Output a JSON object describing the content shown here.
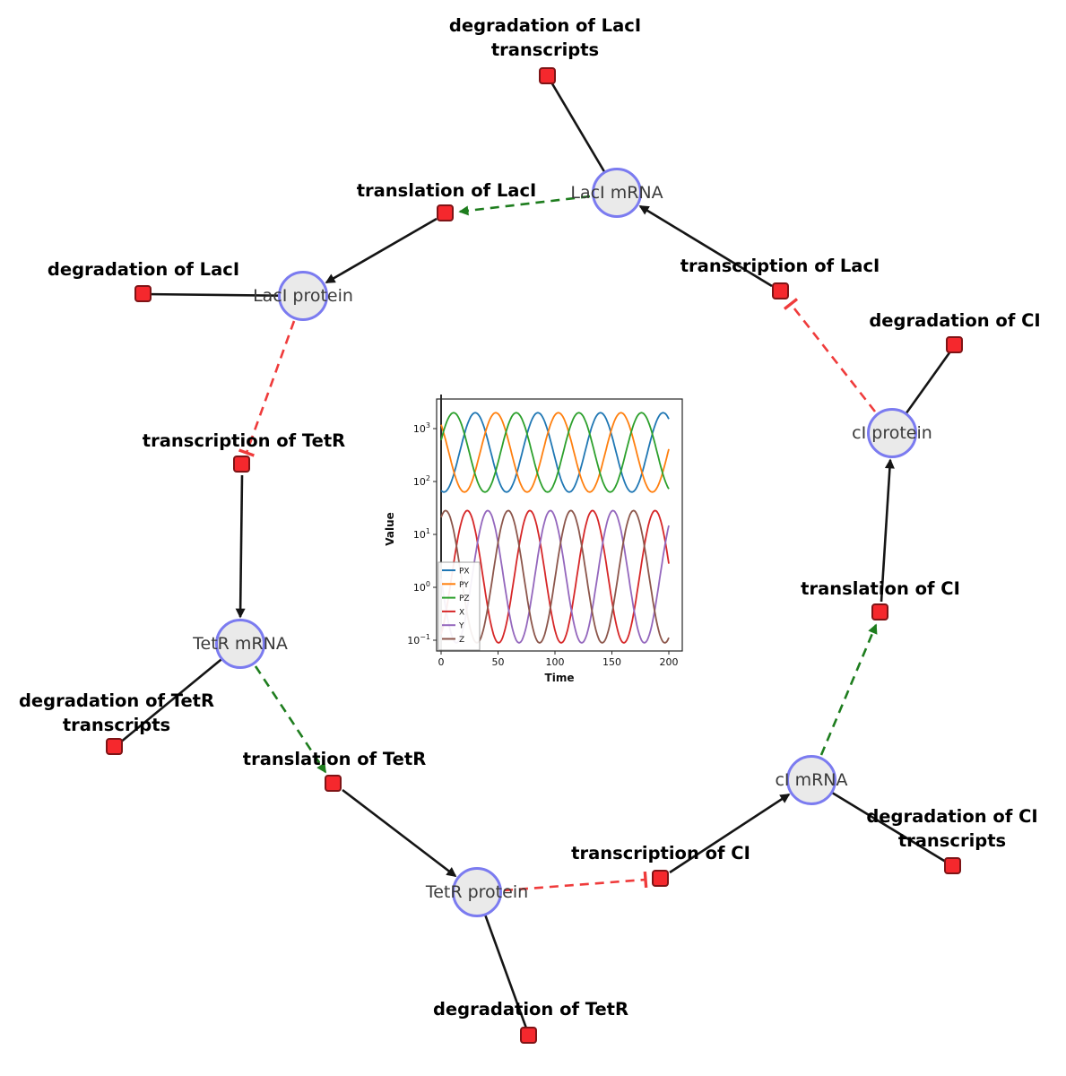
{
  "diagram": {
    "species": [
      {
        "label": "LacI mRNA"
      },
      {
        "label": "LacI protein"
      },
      {
        "label": "TetR mRNA"
      },
      {
        "label": "TetR protein"
      },
      {
        "label": "cI mRNA"
      },
      {
        "label": "cI protein"
      }
    ],
    "reactions": [
      {
        "label": "degradation of LacI transcripts"
      },
      {
        "label": "translation of LacI"
      },
      {
        "label": "transcription of LacI"
      },
      {
        "label": "degradation of LacI"
      },
      {
        "label": "degradation of CI"
      },
      {
        "label": "transcription of TetR"
      },
      {
        "label": "translation of CI"
      },
      {
        "label": "degradation of TetR transcripts"
      },
      {
        "label": "translation of TetR"
      },
      {
        "label": "transcription of CI"
      },
      {
        "label": "degradation of CI transcripts"
      },
      {
        "label": "degradation of TetR"
      }
    ],
    "colors": {
      "species_fill": "#eaeaea",
      "species_border": "#7b7bf0",
      "reaction_fill": "#f5282d",
      "reaction_border": "#7e1416",
      "edge_default": "#151515",
      "edge_activation": "#1e7d1e",
      "edge_inhibition": "#ef3b3b"
    }
  },
  "chart_data": {
    "type": "line",
    "title": "",
    "xlabel": "Time",
    "ylabel": "Value",
    "x_range": [
      0,
      200
    ],
    "x_ticks": [
      0,
      50,
      100,
      150,
      200
    ],
    "y_scale": "log10",
    "y_tick_labels": [
      "10^-1",
      "10^0",
      "10^1",
      "10^2",
      "10^3"
    ],
    "y_ticks_log10": [
      -1,
      0,
      1,
      2,
      3
    ],
    "legend_position": "lower-left",
    "grid": false,
    "t0_marker": true,
    "oscillation_period": 55,
    "series": [
      {
        "name": "PX",
        "color": "#1f77b4",
        "log10_center": 2.55,
        "log10_amplitude": 0.75,
        "period": 55,
        "peak_t": 30,
        "peak_value": 2000,
        "trough_value": 63,
        "peaks_at_t": [
          30,
          85,
          140,
          195
        ]
      },
      {
        "name": "PY",
        "color": "#ff7f0e",
        "log10_center": 2.55,
        "log10_amplitude": 0.75,
        "period": 55,
        "peak_t": 48,
        "peak_value": 2000,
        "trough_value": 63,
        "peaks_at_t": [
          48,
          103,
          158
        ]
      },
      {
        "name": "PZ",
        "color": "#2ca02c",
        "log10_center": 2.55,
        "log10_amplitude": 0.75,
        "period": 55,
        "peak_t": 66,
        "peak_value": 2000,
        "trough_value": 63,
        "peaks_at_t": [
          11,
          66,
          121,
          176
        ]
      },
      {
        "name": "X",
        "color": "#d62728",
        "log10_center": 0.2,
        "log10_amplitude": 1.25,
        "period": 55,
        "peak_t": 23,
        "peak_value": 28,
        "trough_value": 0.09,
        "peaks_at_t": [
          23,
          78,
          133,
          188
        ]
      },
      {
        "name": "Y",
        "color": "#9467bd",
        "log10_center": 0.2,
        "log10_amplitude": 1.25,
        "period": 55,
        "peak_t": 41,
        "peak_value": 28,
        "trough_value": 0.09,
        "peaks_at_t": [
          41,
          96,
          151
        ]
      },
      {
        "name": "Z",
        "color": "#8c564b",
        "log10_center": 0.2,
        "log10_amplitude": 1.25,
        "period": 55,
        "peak_t": 59,
        "peak_value": 28,
        "trough_value": 0.09,
        "peaks_at_t": [
          4,
          59,
          114,
          169
        ]
      }
    ]
  }
}
